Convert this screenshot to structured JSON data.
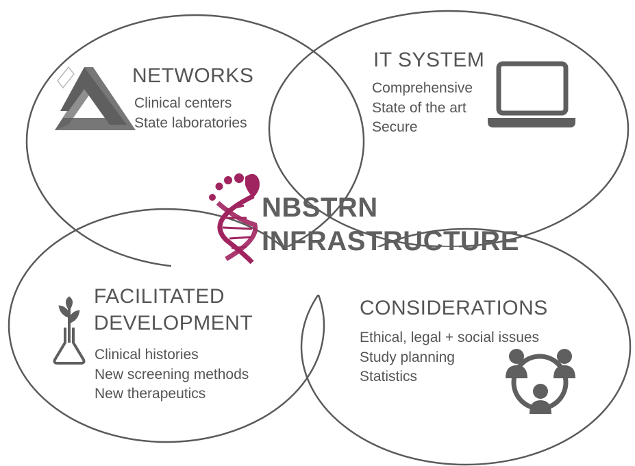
{
  "center": {
    "line1": "NBSTRN",
    "line2": "INFRASTRUCTURE",
    "accent_color": "#a0245f",
    "icon": "footprint-dna-icon"
  },
  "quadrants": {
    "networks": {
      "title": "NETWORKS",
      "items": [
        "Clinical centers",
        "State laboratories"
      ],
      "icon": "triangle-network-icon"
    },
    "it_system": {
      "title": "IT SYSTEM",
      "items": [
        "Comprehensive",
        "State of the art",
        "Secure"
      ],
      "icon": "laptop-icon"
    },
    "facilitated_development": {
      "title_line1": "FACILITATED",
      "title_line2": "DEVELOPMENT",
      "items": [
        "Clinical histories",
        "New screening methods",
        "New therapeutics"
      ],
      "icon": "flask-plant-icon"
    },
    "considerations": {
      "title": "CONSIDERATIONS",
      "items": [
        "Ethical, legal + social issues",
        "Study planning",
        "Statistics"
      ],
      "icon": "people-circle-icon"
    }
  },
  "colors": {
    "outline": "#5a5a5a",
    "text": "#555555",
    "icon": "#5f5f5f"
  }
}
